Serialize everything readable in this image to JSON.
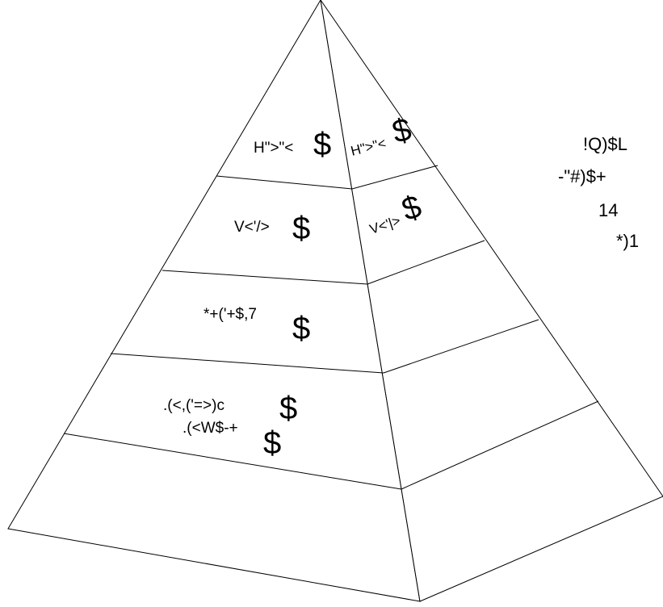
{
  "pyramid": {
    "front_labels": [
      {
        "level": 1,
        "text": "H\">\"<",
        "symbol": "$"
      },
      {
        "level": 2,
        "text": "V<'/>",
        "symbol": "$"
      },
      {
        "level": 3,
        "text": "*+('+$,7",
        "symbol": "$"
      },
      {
        "level": 4,
        "text": ".(<,('=>)c",
        "symbol": "$"
      },
      {
        "level": 4,
        "text": ".(<W$-+",
        "symbol": "$"
      }
    ],
    "side_labels": [
      {
        "level": 1,
        "text": "H\">\"<",
        "symbol": "$"
      },
      {
        "level": 2,
        "text": "V<'|>",
        "symbol": "$"
      }
    ]
  },
  "side_text": [
    "!Q)$L",
    "-\"#)$+",
    "14",
    "*)1"
  ]
}
